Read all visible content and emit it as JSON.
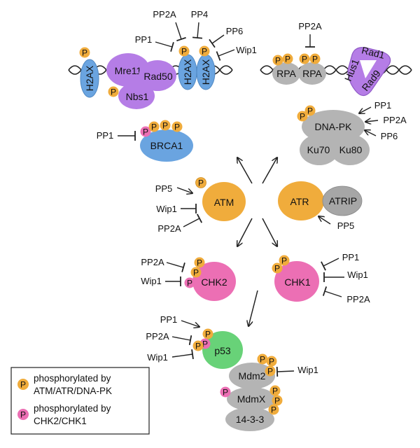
{
  "diagram": {
    "complexes": {
      "h2ax_left": "H2AX",
      "mre11": "Mre11",
      "rad50": "Rad50",
      "nbs1": "Nbs1",
      "h2ax_mid1": "H2AX",
      "h2ax_mid2": "H2AX",
      "rpa1": "RPA",
      "rpa2": "RPA",
      "hus1": "Hus1",
      "rad1": "Rad1",
      "rad9": "Rad9",
      "brca1": "BRCA1",
      "dnapk": "DNA-PK",
      "ku70": "Ku70",
      "ku80": "Ku80",
      "atm": "ATM",
      "atr": "ATR",
      "atrip": "ATRIP",
      "chk2": "CHK2",
      "chk1": "CHK1",
      "p53": "p53",
      "mdm2": "Mdm2",
      "mdmx": "MdmX",
      "p1433": "14-3-3"
    },
    "phosphatases": {
      "top_pp2a": "PP2A",
      "top_pp4": "PP4",
      "top_pp1": "PP1",
      "top_pp6": "PP6",
      "top_wip1": "Wip1",
      "rpa_pp2a": "PP2A",
      "brca1_pp1": "PP1",
      "dnapk_pp1": "PP1",
      "dnapk_pp2a": "PP2A",
      "dnapk_pp6": "PP6",
      "atm_pp5": "PP5",
      "atm_wip1": "Wip1",
      "atm_pp2a": "PP2A",
      "atr_pp5": "PP5",
      "chk2_pp2a": "PP2A",
      "chk2_wip1": "Wip1",
      "chk1_pp1": "PP1",
      "chk1_wip1": "Wip1",
      "chk1_pp2a": "PP2A",
      "p53_pp1": "PP1",
      "p53_pp2a": "PP2A",
      "p53_wip1": "Wip1",
      "mdm_wip1": "Wip1"
    },
    "phospho_symbol": "P",
    "legend": {
      "line1a": "phosphorylated by",
      "line1b": "ATM/ATR/DNA-PK",
      "line2a": "phosphorylated by",
      "line2b": "CHK2/CHK1"
    },
    "colors": {
      "atm_group": "#f0ac3c",
      "chk_group": "#ec6fb4",
      "mrn_group": "#b57de6",
      "blue": "#6aa4e0",
      "gray": "#b4b4b4",
      "green": "#68d278"
    }
  }
}
